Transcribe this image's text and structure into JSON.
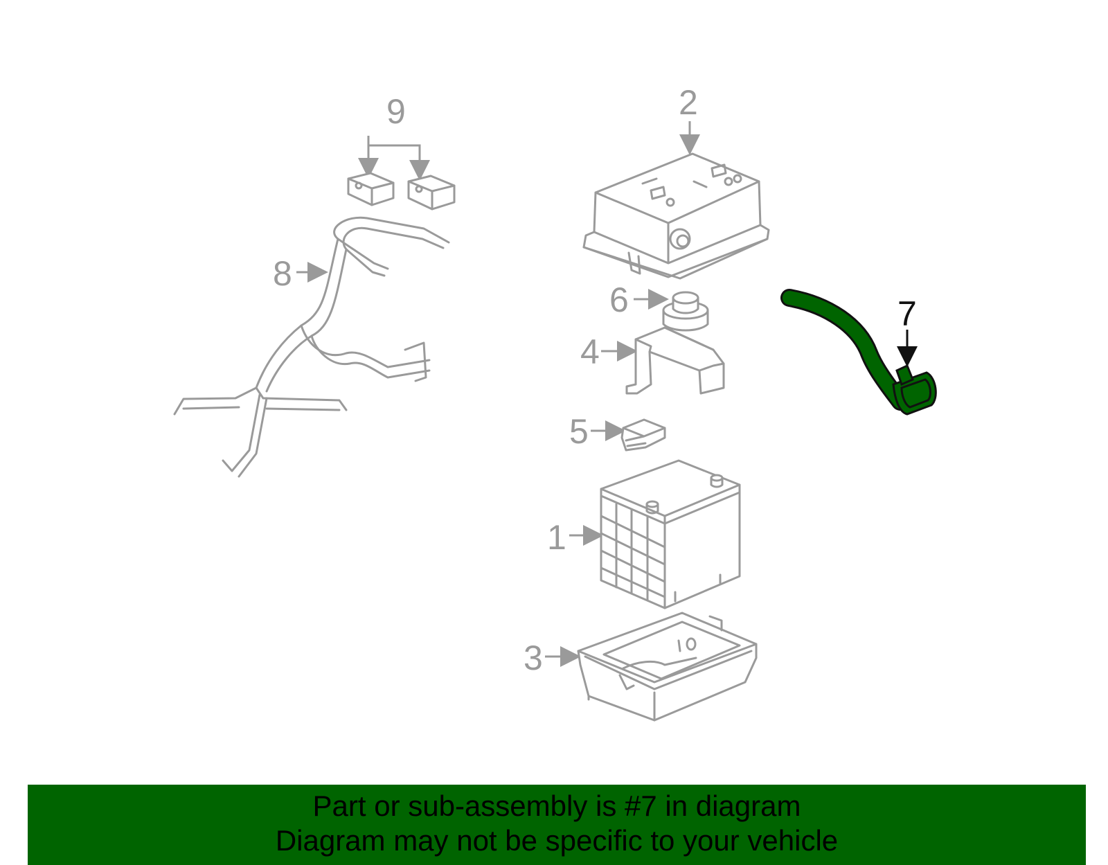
{
  "callouts": {
    "c1": "1",
    "c2": "2",
    "c3": "3",
    "c4": "4",
    "c5": "5",
    "c6": "6",
    "c7": "7",
    "c8": "8",
    "c9": "9"
  },
  "highlight_color": "#006400",
  "line_color": "#9a9a9a",
  "banner": {
    "line1": "Part or sub-assembly is #7 in diagram",
    "line2": "Diagram may not be specific to your vehicle"
  }
}
